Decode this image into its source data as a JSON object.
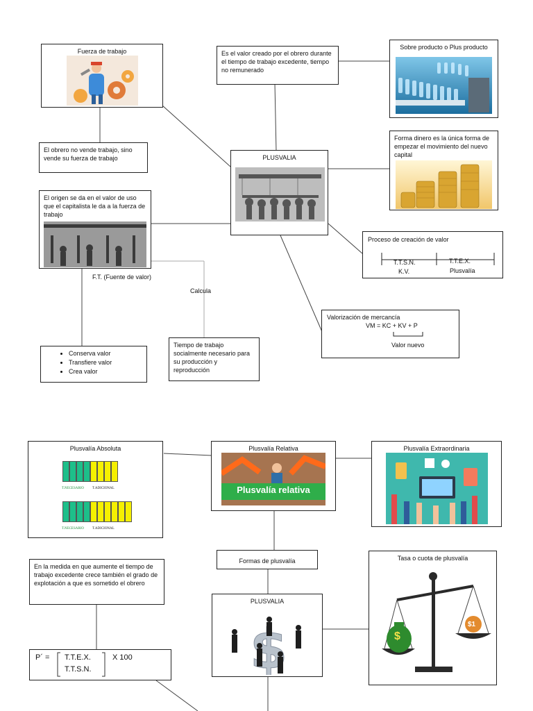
{
  "top": {
    "fuerza": {
      "title": "Fuerza de trabajo"
    },
    "valor_creado": {
      "text": "Es el valor creado por el obrero durante el tiempo de trabajo excedente, tiempo no remunerado"
    },
    "sobre_producto": {
      "title": "Sobre producto o Plus producto"
    },
    "obrero": {
      "text": "El obrero no vende trabajo, sino vende su fuerza de trabajo"
    },
    "plusvalia": {
      "title": "PLUSVALIA"
    },
    "forma_dinero": {
      "text": "Forma dinero es la única forma de empezar el movimiento del nuevo capital"
    },
    "origen": {
      "text": "El origen se da en el valor de uso que el capitalista le da a la fuerza de trabajo"
    },
    "proceso": {
      "title": "Proceso de creación de valor",
      "a1": "T.T.S.N.",
      "a2": "K.V.",
      "b1": "T.T.E.X.",
      "b2": "Plusvalía"
    },
    "ft_label": "F.T. (Fuente de valor)",
    "calcula_label": "Calcula",
    "valorizacion": {
      "title": "Valorización de mercancía",
      "formula": "VM = KC + KV + P",
      "nuevo": "Valor nuevo"
    },
    "bullets": [
      "Conserva valor",
      "Transfiere valor",
      "Crea valor"
    ],
    "tiempo": {
      "text": "Tiempo de trabajo socialmente necesario para su producción y reproducción"
    }
  },
  "bottom": {
    "absoluta": {
      "title": "Plusvalía Absoluta",
      "nec": "T.NECESARIO",
      "adic": "T.ADICIONAL"
    },
    "relativa": {
      "title": "Plusvalía Relativa",
      "banner": "Plusvalía relativa"
    },
    "extra": {
      "title": "Plusvalía Extraordinaria"
    },
    "formas": {
      "title": "Formas de plusvalía"
    },
    "medida": {
      "text": "En la medida en que aumente el tiempo de trabajo excedente crece también el grado de explotación a que es sometido el obrero"
    },
    "tasa": {
      "title": "Tasa o cuota de plusvalía",
      "coin": "$1",
      "bag": "$"
    },
    "formula": {
      "lhs": "P´ =",
      "num": "T.T.E.X.",
      "den": "T.T.S.N.",
      "mult": "X 100"
    },
    "plusvalia2": {
      "title": "PLUSVALIA"
    }
  }
}
